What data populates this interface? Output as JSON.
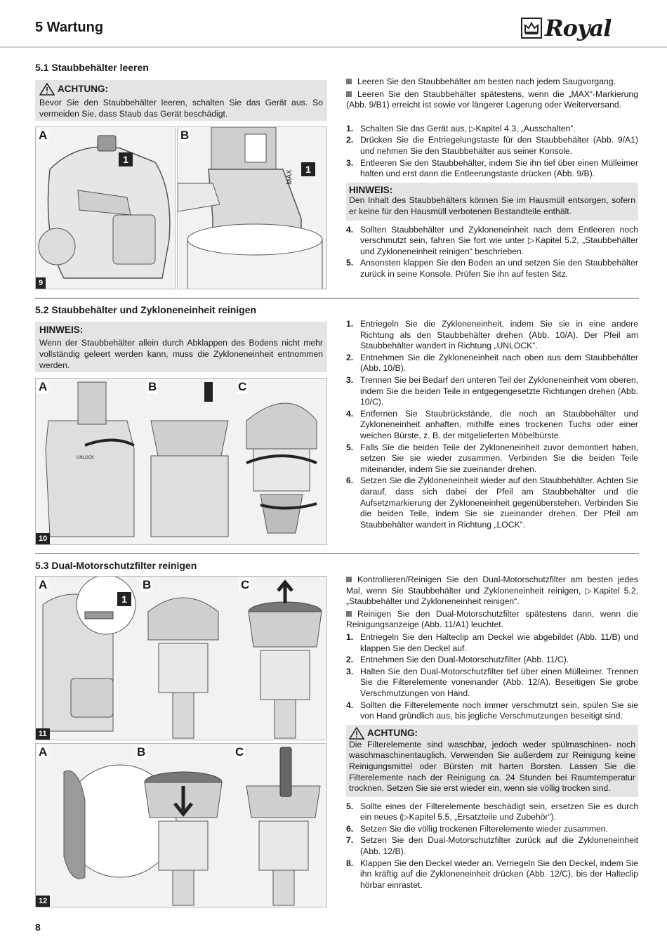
{
  "header": {
    "chapter": "5  Wartung",
    "brand": "Royal"
  },
  "s1": {
    "title": "5.1    Staubbehälter leeren",
    "warn_title": "ACHTUNG:",
    "warn_text": "Bevor Sie den Staubbehälter leeren, schalten Sie das Gerät aus. So vermeiden Sie, dass Staub das Gerät beschädigt.",
    "fig_a": "A",
    "fig_b": "B",
    "fig_num": "9",
    "badge1": "1",
    "badge2": "1",
    "max_label": "MAX",
    "bullets": [
      "Leeren Sie den Staubbehälter am besten nach jedem Saugvorgang.",
      "Leeren Sie den Staubbehälter spätestens, wenn die „MAX“-Markierung (Abb. 9/B1) erreicht ist sowie vor längerer Lagerung oder Weiterversand."
    ],
    "steps_a": [
      {
        "n": "1.",
        "t": "Schalten Sie das Gerät aus, ▷Kapitel 4.3, „Ausschalten“."
      },
      {
        "n": "2.",
        "t": "Drücken Sie die Entriegelungstaste für den Staubbehälter (Abb. 9/A1) und nehmen Sie den Staubbehälter aus seiner Konsole."
      },
      {
        "n": "3.",
        "t": "Entleeren Sie den Staubbehälter, indem Sie ihn tief über einen Mülleimer halten und erst dann die Entleerungstaste drücken (Abb. 9/B)."
      }
    ],
    "note_title": "HINWEIS:",
    "note_text": "Den Inhalt des Staubbehälters können Sie im Hausmüll entsorgen, sofern er keine für den Hausmüll verbotenen Bestandteile enthält.",
    "steps_b": [
      {
        "n": "4.",
        "t": "Sollten Staubbehälter und Zykloneneinheit nach dem Entleeren noch verschmutzt sein, fahren Sie fort wie unter ▷Kapitel 5.2, „Staubbehälter und Zykloneneinheit reinigen“ beschrieben."
      },
      {
        "n": "5.",
        "t": "Ansonsten klappen Sie den Boden an und setzen Sie den Staubbehälter zurück in seine Konsole. Prüfen Sie ihn auf festen Sitz."
      }
    ]
  },
  "s2": {
    "title": "5.2    Staubbehälter und Zykloneneinheit reinigen",
    "note_title": "HINWEIS:",
    "note_text": "Wenn der Staubbehälter allein durch Abklappen des Bodens nicht mehr vollständig geleert werden kann, muss die Zykloneneinheit entnommen werden.",
    "fig_a": "A",
    "fig_b": "B",
    "fig_c": "C",
    "fig_num": "10",
    "unlock": "UNLOCK",
    "steps": [
      {
        "n": "1.",
        "t": "Entriegeln Sie die Zykloneneinheit, indem Sie sie in eine andere Richtung als den Staubbehälter drehen (Abb. 10/A). Der Pfeil am Staubbehälter wandert in Richtung „UNLOCK“."
      },
      {
        "n": "2.",
        "t": "Entnehmen Sie die Zykloneneinheit nach oben aus dem Staubbehälter (Abb. 10/B)."
      },
      {
        "n": "3.",
        "t": "Trennen Sie bei Bedarf den unteren Teil der Zykloneneinheit vom oberen, indem Sie die beiden Teile in entgegengesetzte Richtungen drehen (Abb. 10/C)."
      },
      {
        "n": "4.",
        "t": "Entfernen Sie Staubrückstände, die noch an Staubbehälter und Zykloneneinheit anhaften, mithilfe eines trockenen Tuchs oder einer weichen Bürste, z. B. der mitgelieferten Möbelbürste."
      },
      {
        "n": "5.",
        "t": "Falls Sie die beiden Teile der Zykloneneinheit zuvor demontiert haben, setzen Sie sie wieder zusammen. Verbinden Sie die beiden Teile miteinander, indem Sie sie zueinander drehen."
      },
      {
        "n": "6.",
        "t": "Setzen Sie die Zykloneneinheit wieder auf den Staubbehälter. Achten Sie darauf, dass sich dabei der Pfeil am Staubbehälter und die Aufsetzmarkierung der Zykloneneinheit gegenüberstehen. Verbinden Sie die beiden Teile, indem Sie sie zueinander drehen. Der Pfeil am Staubbehälter wandert in Richtung „LOCK“."
      }
    ]
  },
  "s3": {
    "title": "5.3    Dual-Motorschutzfilter reinigen",
    "fig11_a": "A",
    "fig11_b": "B",
    "fig11_c": "C",
    "fig11_num": "11",
    "fig11_badge": "1",
    "fig12_a": "A",
    "fig12_b": "B",
    "fig12_c": "C",
    "fig12_num": "12",
    "bullets": [
      "Kontrollieren/Reinigen Sie den Dual-Motorschutzfilter am besten jedes Mal, wenn Sie Staubbehälter und Zykloneneinheit reinigen, ▷Kapitel 5.2, „Staubbehälter und Zykloneneinheit reinigen“.",
      "Reinigen Sie den Dual-Motorschutzfilter spätestens dann, wenn die Reinigungsanzeige (Abb. 11/A1) leuchtet."
    ],
    "steps_a": [
      {
        "n": "1.",
        "t": "Entriegeln Sie den Halteclip am Deckel wie abgebildet (Abb. 11/B) und klappen Sie den Deckel auf."
      },
      {
        "n": "2.",
        "t": "Entnehmen Sie den Dual-Motorschutzfilter (Abb. 11/C)."
      },
      {
        "n": "3.",
        "t": "Halten Sie den Dual-Motorschutzfilter tief über einen Mülleimer. Trennen Sie die Filterelemente voneinander (Abb. 12/A). Beseitigen Sie grobe Verschmutzungen von Hand."
      },
      {
        "n": "4.",
        "t": "Sollten die Filterelemente noch immer verschmutzt sein, spülen Sie sie von Hand gründlich aus, bis jegliche Verschmutzungen beseitigt sind."
      }
    ],
    "warn_title": "ACHTUNG:",
    "warn_text": "Die Filterelemente sind waschbar, jedoch weder spülmaschinen- noch waschmaschinentauglich. Verwenden Sie außerdem zur Reinigung keine Reinigungsmittel oder Bürsten mit harten Borsten. Lassen Sie die Filterelemente nach der Reinigung ca. 24 Stunden bei Raumtemperatur trocknen. Setzen Sie sie erst wieder ein, wenn sie völlig trocken sind.",
    "steps_b": [
      {
        "n": "5.",
        "t": "Sollte eines der Filterelemente beschädigt sein, ersetzen Sie es durch ein neues (▷Kapitel 5.5, „Ersatzteile und Zubehör“)."
      },
      {
        "n": "6.",
        "t": "Setzen Sie die völlig trockenen Filterelemente wieder zusammen."
      },
      {
        "n": "7.",
        "t": "Setzen Sie den Dual-Motorschutzfilter zurück auf die Zykloneneinheit (Abb. 12/B)."
      },
      {
        "n": "8.",
        "t": "Klappen Sie den Deckel wieder an. Verriegeln Sie den Deckel, indem Sie ihn kräftig auf die Zykloneneinheit drücken (Abb. 12/C), bis der Halteclip hörbar einrastet."
      }
    ]
  },
  "footer": {
    "page": "8"
  }
}
